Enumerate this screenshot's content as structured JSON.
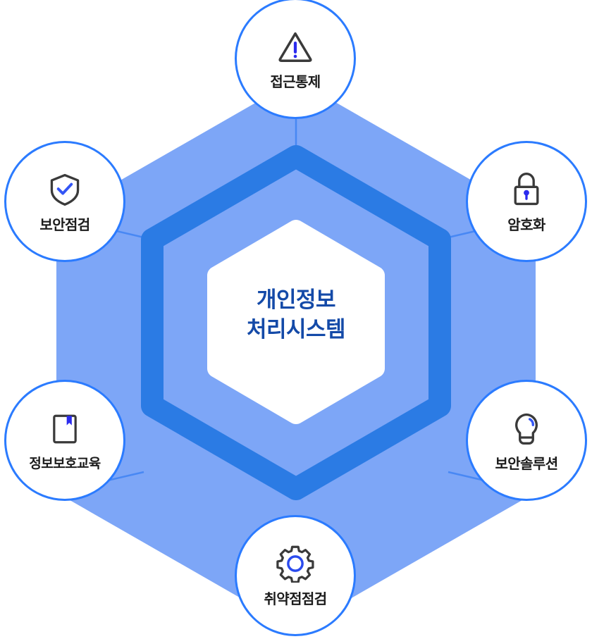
{
  "diagram": {
    "type": "hexagon-hub-and-spoke",
    "center": {
      "name": "center-node",
      "line1": "개인정보",
      "line2": "처리시스템",
      "text_color": "#144AA8"
    },
    "colors": {
      "hex_outer_fill": "#7DA6F7",
      "hex_ring": "#2B7BE4",
      "hex_inner_fill": "#FFFFFF",
      "circle_border": "#2B7BFF",
      "connector_line": "#2B7BFF",
      "icon_stroke": "#3A3A3A",
      "icon_accent": "#2B2BEE",
      "label_text": "#1B1B1B"
    },
    "nodes": [
      {
        "id": "access-control",
        "label": "접근통제",
        "icon": "warning-triangle-icon",
        "position": "top"
      },
      {
        "id": "security-check",
        "label": "보안점검",
        "icon": "shield-check-icon",
        "position": "top-left"
      },
      {
        "id": "encryption",
        "label": "암호화",
        "icon": "lock-icon",
        "position": "top-right"
      },
      {
        "id": "infosec-education",
        "label": "정보보호교육",
        "icon": "book-bookmark-icon",
        "position": "bottom-left"
      },
      {
        "id": "security-solution",
        "label": "보안솔루션",
        "icon": "lightbulb-icon",
        "position": "bottom-right"
      },
      {
        "id": "vulnerability-scan",
        "label": "취약점점검",
        "icon": "gear-icon",
        "position": "bottom"
      }
    ]
  }
}
